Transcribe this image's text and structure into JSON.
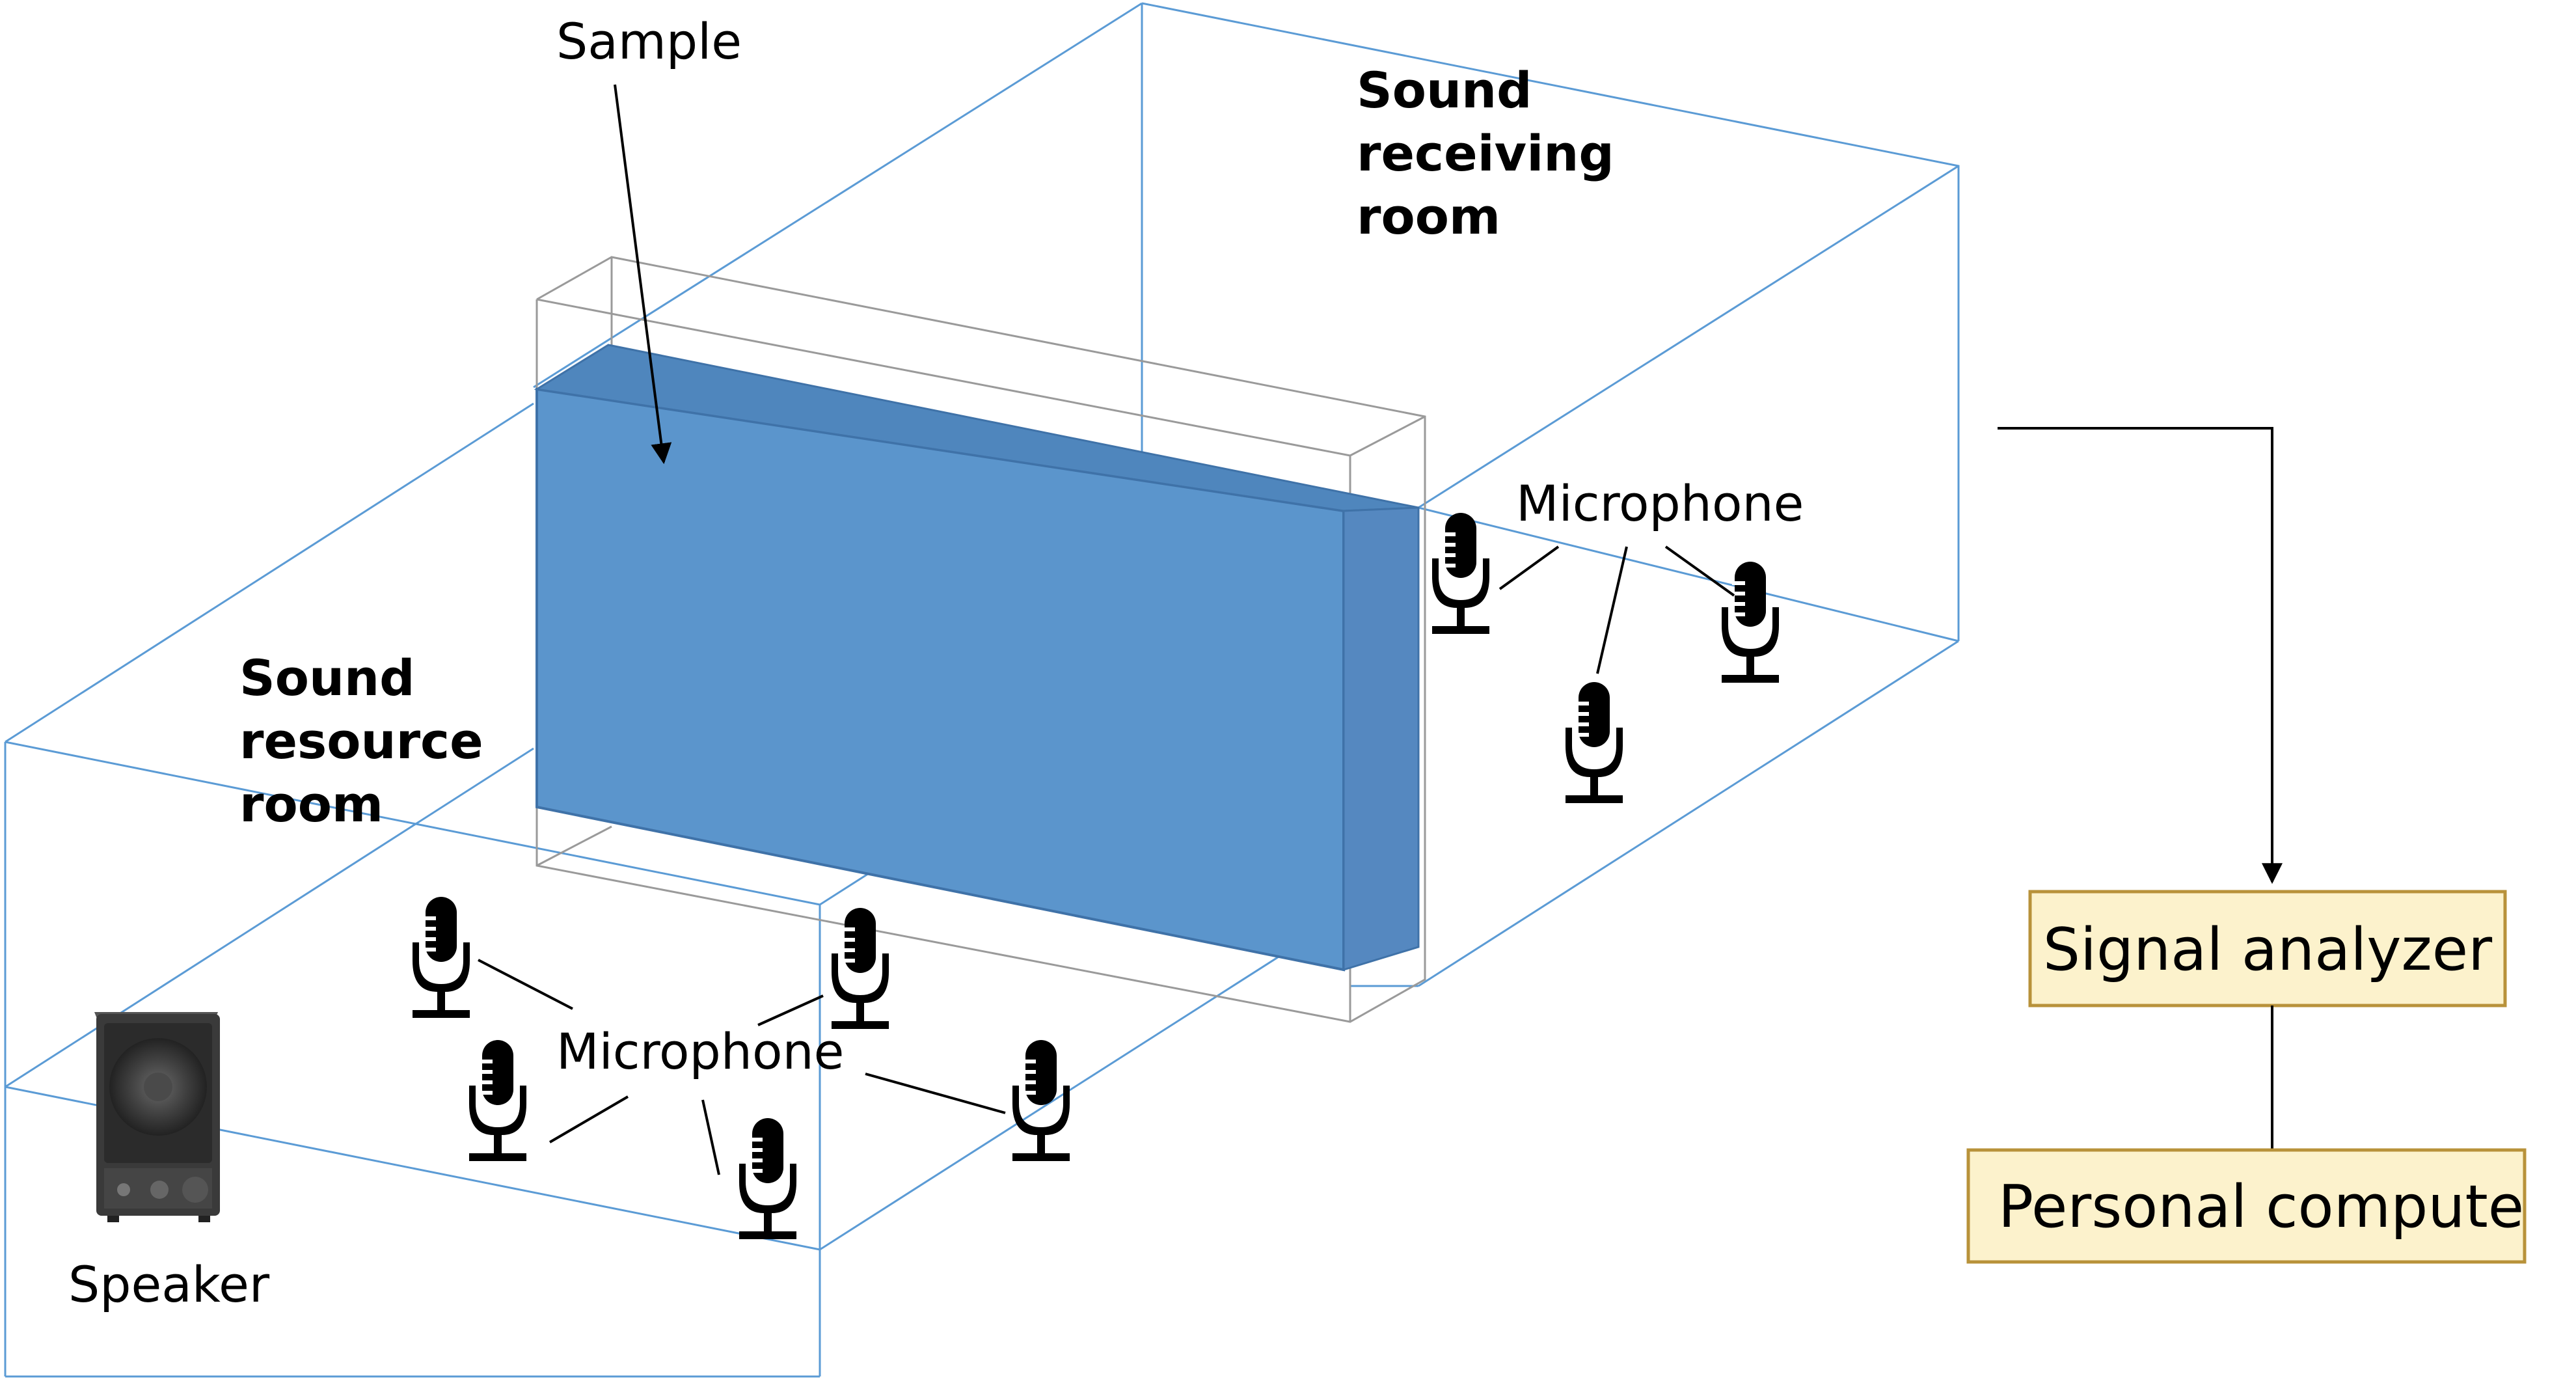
{
  "labels": {
    "sample": "Sample",
    "receiving_room": [
      "Sound",
      "receiving",
      "room"
    ],
    "source_room": [
      "Sound",
      "resource",
      "room"
    ],
    "microphone_receiving": "Microphone",
    "microphone_source": "Microphone",
    "speaker": "Speaker"
  },
  "boxes": {
    "signal_analyzer": "Signal  analyzer",
    "personal_computer": "Personal  compute"
  },
  "colors": {
    "room_edge": "#5b9bd5",
    "sample_fill": "#5b95cc",
    "sample_top": "#4f86bd",
    "box_fill": "#fcf2cc",
    "box_border": "#b8923a"
  },
  "icons": [
    "microphone-icon",
    "speaker-icon",
    "arrow-down-icon"
  ]
}
